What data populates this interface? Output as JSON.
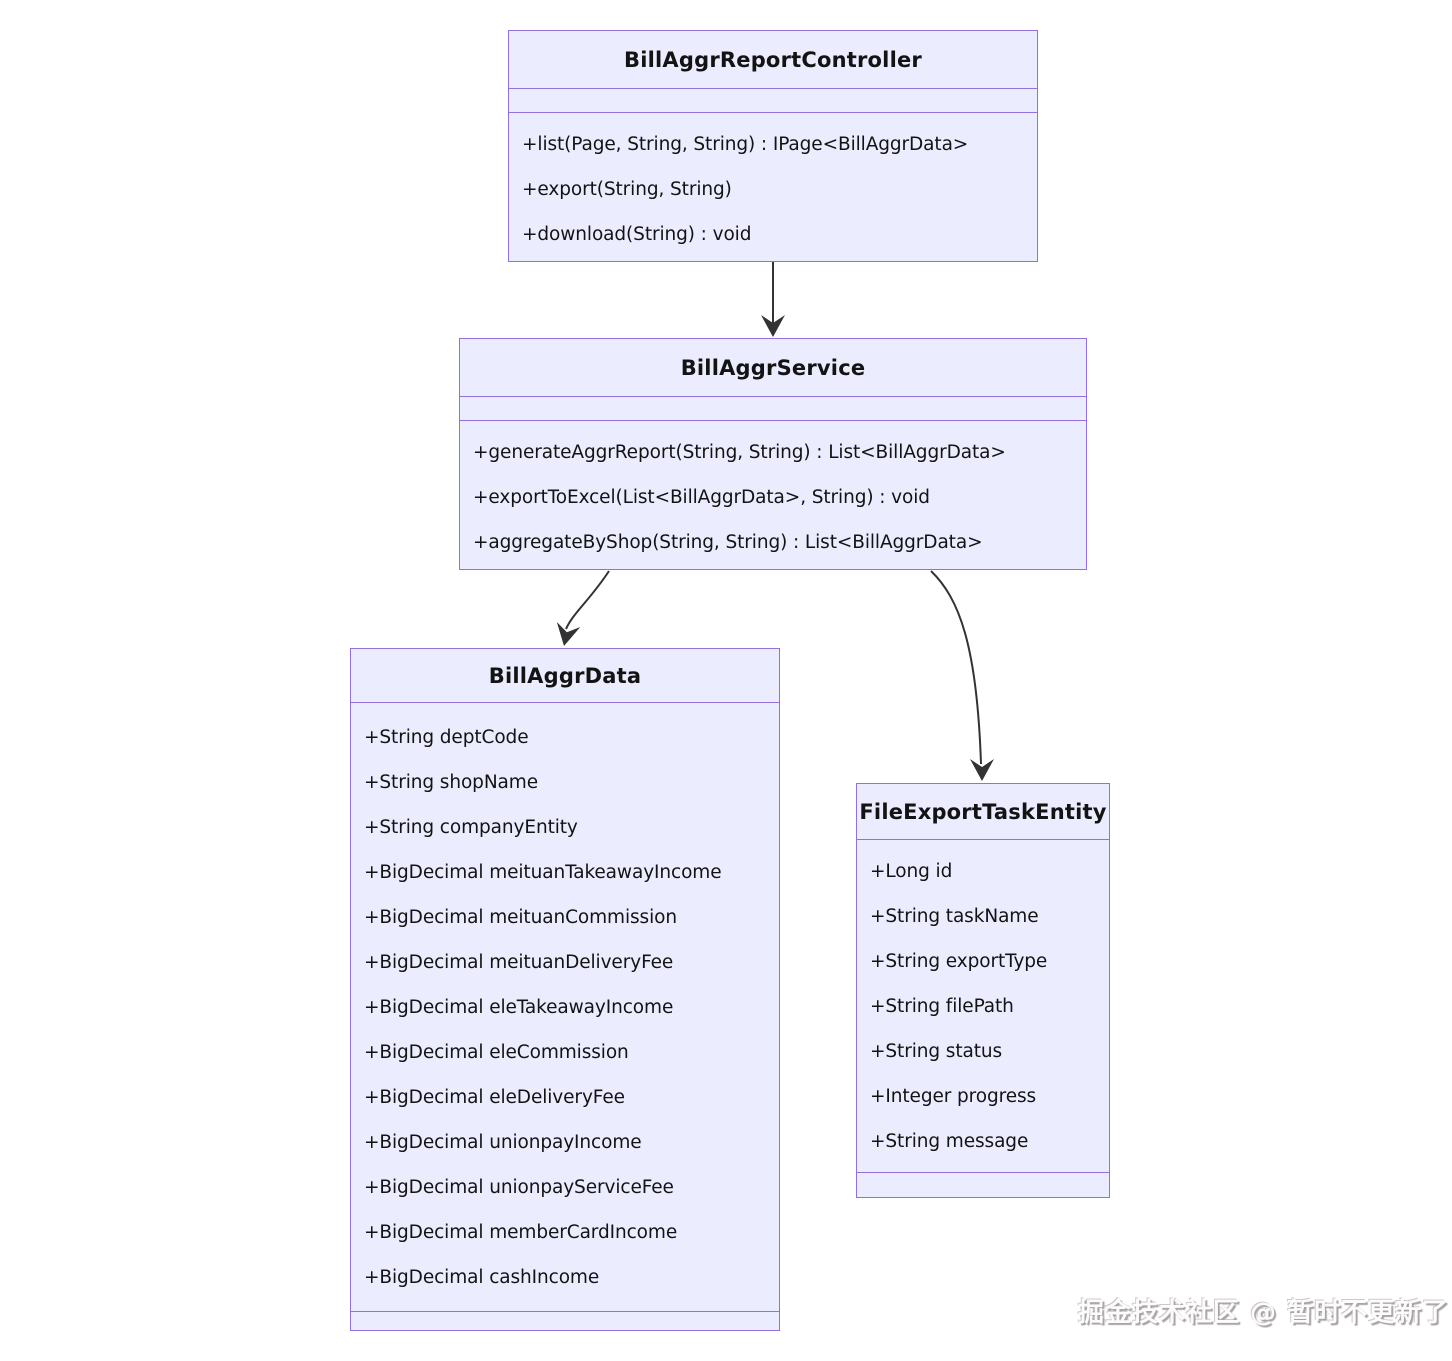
{
  "diagram_type": "uml-class-diagram",
  "classes": {
    "controller": {
      "name": "BillAggrReportController",
      "attributes": [],
      "methods": [
        "+list(Page, String, String) : IPage<BillAggrData>",
        "+export(String, String)",
        "+download(String) : void"
      ]
    },
    "service": {
      "name": "BillAggrService",
      "attributes": [],
      "methods": [
        "+generateAggrReport(String, String) : List<BillAggrData>",
        "+exportToExcel(List<BillAggrData>, String) : void",
        "+aggregateByShop(String, String) : List<BillAggrData>"
      ]
    },
    "data": {
      "name": "BillAggrData",
      "attributes": [
        "+String deptCode",
        "+String shopName",
        "+String companyEntity",
        "+BigDecimal meituanTakeawayIncome",
        "+BigDecimal meituanCommission",
        "+BigDecimal meituanDeliveryFee",
        "+BigDecimal eleTakeawayIncome",
        "+BigDecimal eleCommission",
        "+BigDecimal eleDeliveryFee",
        "+BigDecimal unionpayIncome",
        "+BigDecimal unionpayServiceFee",
        "+BigDecimal memberCardIncome",
        "+BigDecimal cashIncome"
      ],
      "methods": []
    },
    "task": {
      "name": "FileExportTaskEntity",
      "attributes": [
        "+Long id",
        "+String taskName",
        "+String exportType",
        "+String filePath",
        "+String status",
        "+Integer progress",
        "+String message"
      ],
      "methods": []
    }
  },
  "relations": [
    {
      "from": "BillAggrReportController",
      "to": "BillAggrService",
      "type": "solid-arrow"
    },
    {
      "from": "BillAggrService",
      "to": "BillAggrData",
      "type": "solid-arrow"
    },
    {
      "from": "BillAggrService",
      "to": "FileExportTaskEntity",
      "type": "solid-arrow"
    }
  ],
  "watermark": "掘金技术社区 @ 暂时不更新了",
  "colors": {
    "box_fill": "#ECECFF",
    "box_border": "#9370DB",
    "arrow": "#333333",
    "text": "#131313",
    "background": "#ffffff"
  }
}
